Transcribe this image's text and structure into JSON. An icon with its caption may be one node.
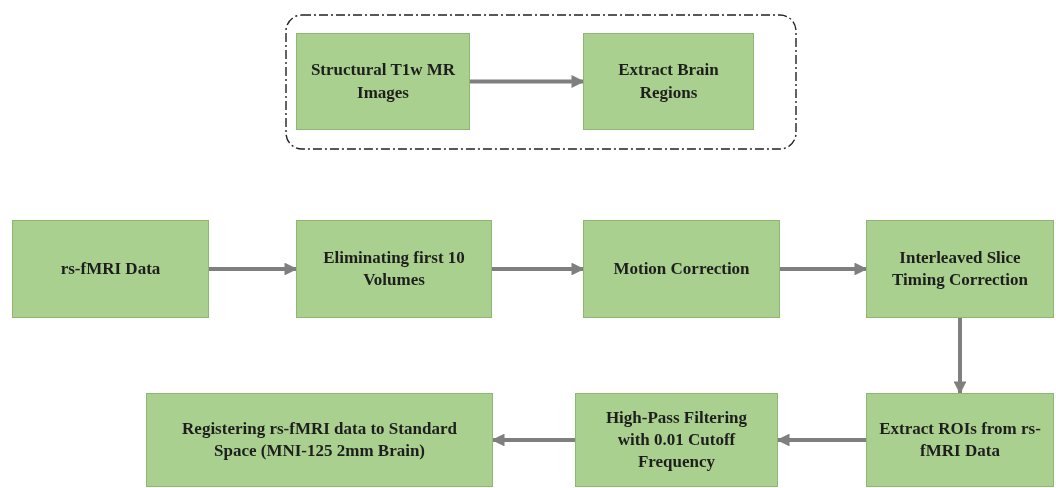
{
  "diagram": {
    "nodes": [
      {
        "text": [],
        "shape": "box"
      },
      {
        "text": [
          "Structural T1w MR Images"
        ],
        "in": 0
      },
      {
        "text": [
          "Extract Brain Regions"
        ],
        "in": 0
      },
      {
        "text": [
          "rs-fMRI Data"
        ]
      },
      {
        "text": [
          "Eliminating first 10 Volumes"
        ]
      },
      {
        "text": [
          "Motion Correction"
        ]
      },
      {
        "text": [
          "Interleaved Slice Timing Correction"
        ]
      },
      {
        "text": [
          "Extract ROIs from rs-fMRI Data"
        ]
      },
      {
        "text": [
          "High-Pass Filtering with 0.01 Cutoff Frequency"
        ]
      },
      {
        "text": [
          "Registering rs-fMRI data to Standard Space (MNI-125 2mm Brain)"
        ]
      }
    ],
    "edges": [
      {
        "from": 1,
        "to": 2,
        "arrow": "to"
      },
      {
        "from": 3,
        "to": 4,
        "arrow": "to"
      },
      {
        "from": 4,
        "to": 5,
        "arrow": "to"
      },
      {
        "from": 5,
        "to": 6,
        "arrow": "to"
      },
      {
        "from": 6,
        "to": 7,
        "arrow": "to"
      },
      {
        "from": 7,
        "to": 8,
        "arrow": "to"
      },
      {
        "from": 8,
        "to": 9,
        "arrow": "to"
      }
    ]
  }
}
